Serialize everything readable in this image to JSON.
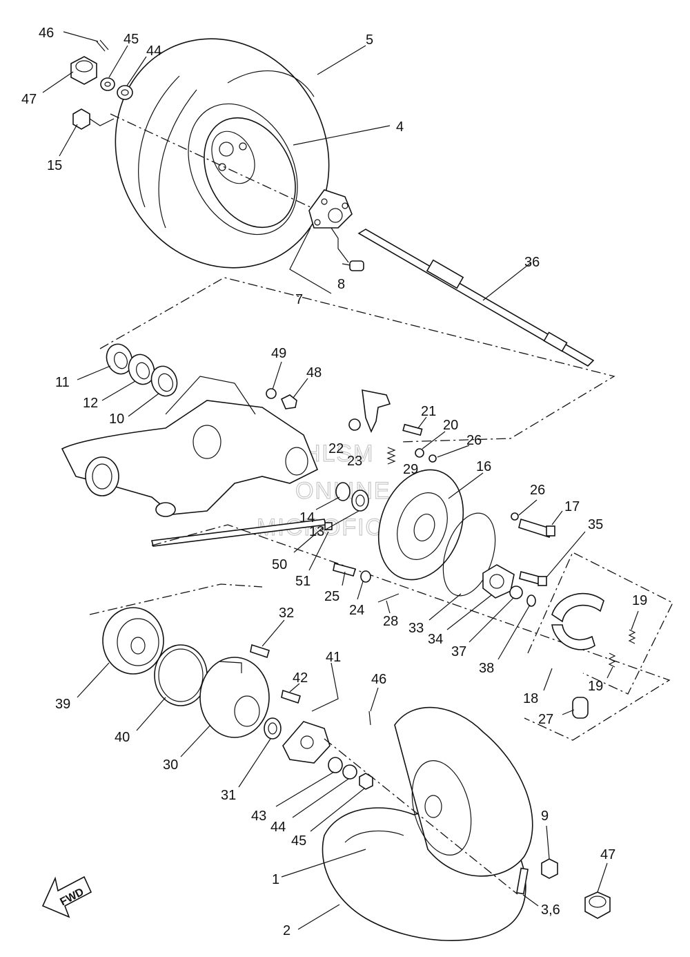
{
  "callouts": {
    "c46a": "46",
    "c45a": "45",
    "c44a": "44",
    "c47a": "47",
    "c15": "15",
    "c5": "5",
    "c4": "4",
    "c8": "8",
    "c7": "7",
    "c36": "36",
    "c49": "49",
    "c48": "48",
    "c11": "11",
    "c12": "12",
    "c10": "10",
    "c21": "21",
    "c20": "20",
    "c26a": "26",
    "c22": "22",
    "c23": "23",
    "c29": "29",
    "c16": "16",
    "c14": "14",
    "c13": "13",
    "c26b": "26",
    "c17": "17",
    "c50": "50",
    "c51": "51",
    "c35": "35",
    "c25": "25",
    "c24": "24",
    "c28": "28",
    "c33": "33",
    "c34": "34",
    "c37": "37",
    "c38": "38",
    "c19a": "19",
    "c19b": "19",
    "c18": "18",
    "c27": "27",
    "c32": "32",
    "c41": "41",
    "c42": "42",
    "c46b": "46",
    "c39": "39",
    "c40": "40",
    "c30": "30",
    "c31": "31",
    "c43": "43",
    "c44b": "44",
    "c45b": "45",
    "c9": "9",
    "c47b": "47",
    "c1": "1",
    "c36_6": "3,6",
    "c2": "2"
  },
  "watermark": {
    "line1": "HLSM",
    "line2": "ONLINE",
    "line3": "MICROFICHE"
  },
  "fwd_label": "FWD"
}
